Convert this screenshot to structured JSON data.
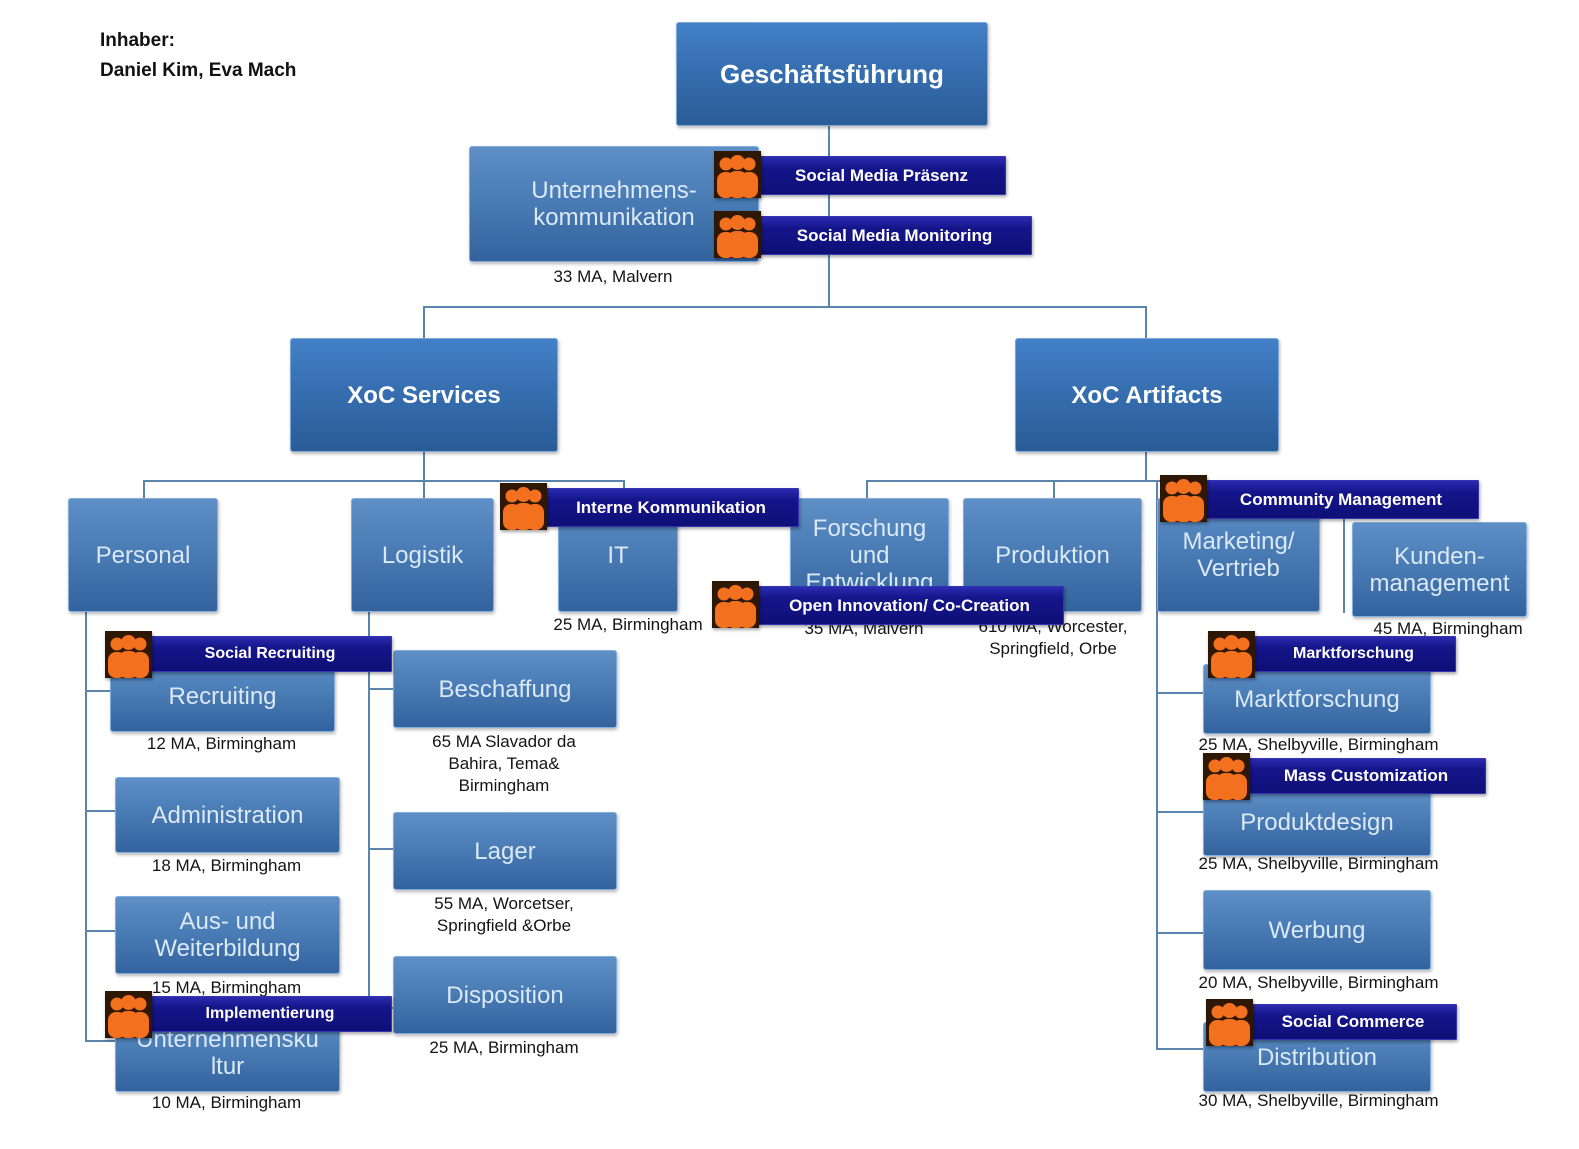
{
  "owner": {
    "line1": "Inhaber:",
    "line2": "Daniel Kim, Eva Mach"
  },
  "nodes": {
    "geschaeftsfuehrung": {
      "label": "Geschäftsführung"
    },
    "unternehmenskommunikation": {
      "label": "Unternehmens-\nkommunikation",
      "ma": "33 MA, Malvern"
    },
    "xoc_services": {
      "label": "XoC Services"
    },
    "xoc_artifacts": {
      "label": "XoC Artifacts"
    },
    "personal": {
      "label": "Personal"
    },
    "logistik": {
      "label": "Logistik"
    },
    "it": {
      "label": "IT",
      "ma": "25 MA, Birmingham"
    },
    "forschung_entwicklung": {
      "label": "Forschung\nund\nEntwicklung",
      "ma": "35 MA,  Malvern"
    },
    "produktion": {
      "label": "Produktion",
      "ma": "610 MA,  Worcester,\nSpringfield, Orbe"
    },
    "marketing_vertrieb": {
      "label": "Marketing/\nVertrieb"
    },
    "kundenmanagement": {
      "label": "Kunden-\nmanagement",
      "ma": "45 MA, Birmingham"
    },
    "recruiting": {
      "label": "Recruiting",
      "ma": "12 MA, Birmingham"
    },
    "administration": {
      "label": "Administration",
      "ma": "18 MA, Birmingham"
    },
    "aus_weiterbildung": {
      "label": "Aus- und\nWeiterbildung",
      "ma": "15 MA, Birmingham"
    },
    "unternehmenskultur": {
      "label": "Unternehmensku\nltur",
      "ma": "10 MA, Birmingham"
    },
    "beschaffung": {
      "label": "Beschaffung",
      "ma": "65 MA Slavador da\nBahira, Tema&\nBirmingham"
    },
    "lager": {
      "label": "Lager",
      "ma": "55 MA, Worcetser,\nSpringfield &Orbe"
    },
    "disposition": {
      "label": "Disposition",
      "ma": "25 MA, Birmingham"
    },
    "marktforschung": {
      "label": "Marktforschung",
      "ma": "25 MA,  Shelbyville, Birmingham"
    },
    "produktdesign": {
      "label": "Produktdesign",
      "ma": "25 MA,  Shelbyville, Birmingham"
    },
    "werbung": {
      "label": "Werbung",
      "ma": "20 MA,  Shelbyville, Birmingham"
    },
    "distribution": {
      "label": "Distribution",
      "ma": "30 MA,  Shelbyville, Birmingham"
    }
  },
  "banners": {
    "social_media_praesenz": "Social Media Präsenz",
    "social_media_monitoring": "Social Media Monitoring",
    "interne_kommunikation": "Interne Kommunikation",
    "open_innovation": "Open Innovation/ Co-Creation",
    "community_management": "Community Management",
    "social_recruiting": "Social Recruiting",
    "implementierung": "Implementierung",
    "marktforschung": "Marktforschung",
    "mass_customization": "Mass Customization",
    "social_commerce": "Social Commerce"
  },
  "colors": {
    "box_blue_top": "#5e8fc6",
    "box_blue_bottom": "#33639e",
    "major_blue_top": "#4380c7",
    "major_blue_bottom": "#2a5c97",
    "banner_navy": "#14148a",
    "icon_orange": "#f3701e",
    "icon_brown": "#2e1703",
    "connector": "#5b84ad",
    "text_dark": "#141414"
  }
}
